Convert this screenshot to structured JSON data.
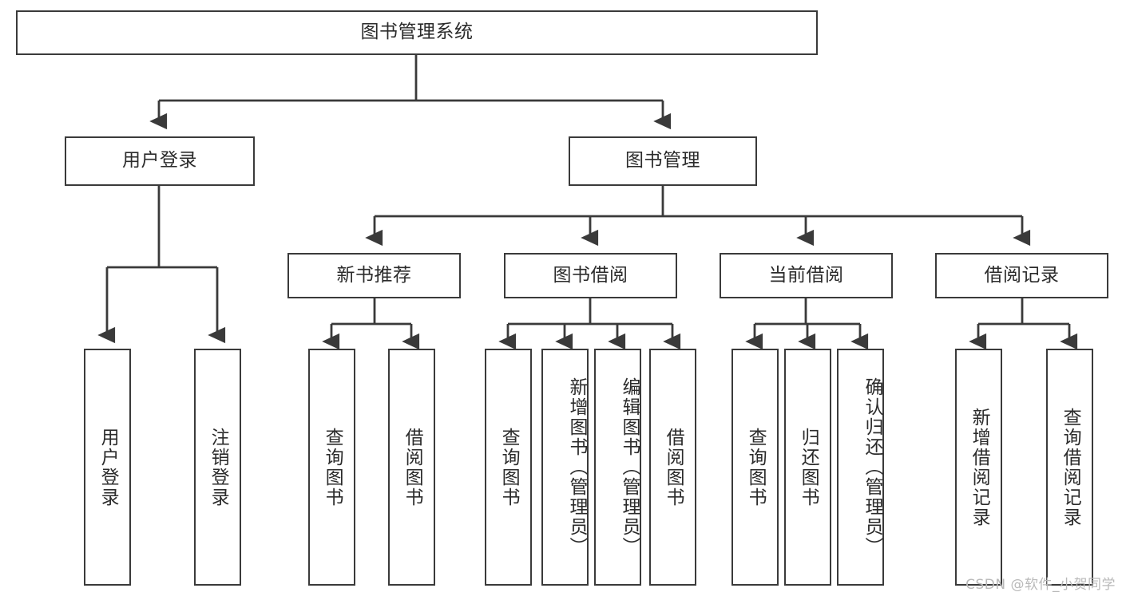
{
  "diagram": {
    "title": "图书管理系统",
    "type": "tree-hierarchy-chart",
    "root": {
      "label": "图书管理系统"
    },
    "level2": [
      {
        "label": "用户登录"
      },
      {
        "label": "图书管理"
      }
    ],
    "level3": [
      {
        "label": "新书推荐"
      },
      {
        "label": "图书借阅"
      },
      {
        "label": "当前借阅"
      },
      {
        "label": "借阅记录"
      }
    ],
    "leaves": {
      "user_login": [
        {
          "label": "用户登录"
        },
        {
          "label": "注销登录"
        }
      ],
      "new_book_recommend": [
        {
          "label": "查询图书"
        },
        {
          "label": "借阅图书"
        }
      ],
      "book_borrow": [
        {
          "label": "查询图书"
        },
        {
          "label": "新增图书（管理员）"
        },
        {
          "label": "编辑图书（管理员）"
        },
        {
          "label": "借阅图书"
        }
      ],
      "current_borrow": [
        {
          "label": "查询图书"
        },
        {
          "label": "归还图书"
        },
        {
          "label": "确认归还（管理员）"
        }
      ],
      "borrow_record": [
        {
          "label": "新增借阅记录"
        },
        {
          "label": "查询借阅记录"
        }
      ]
    }
  },
  "watermark": {
    "text": "CSDN @软件_小贺同学"
  },
  "colors": {
    "stroke": "#3a3a3a",
    "text": "#2b2b2b",
    "background": "#ffffff",
    "watermark": "#b9b9b9"
  }
}
